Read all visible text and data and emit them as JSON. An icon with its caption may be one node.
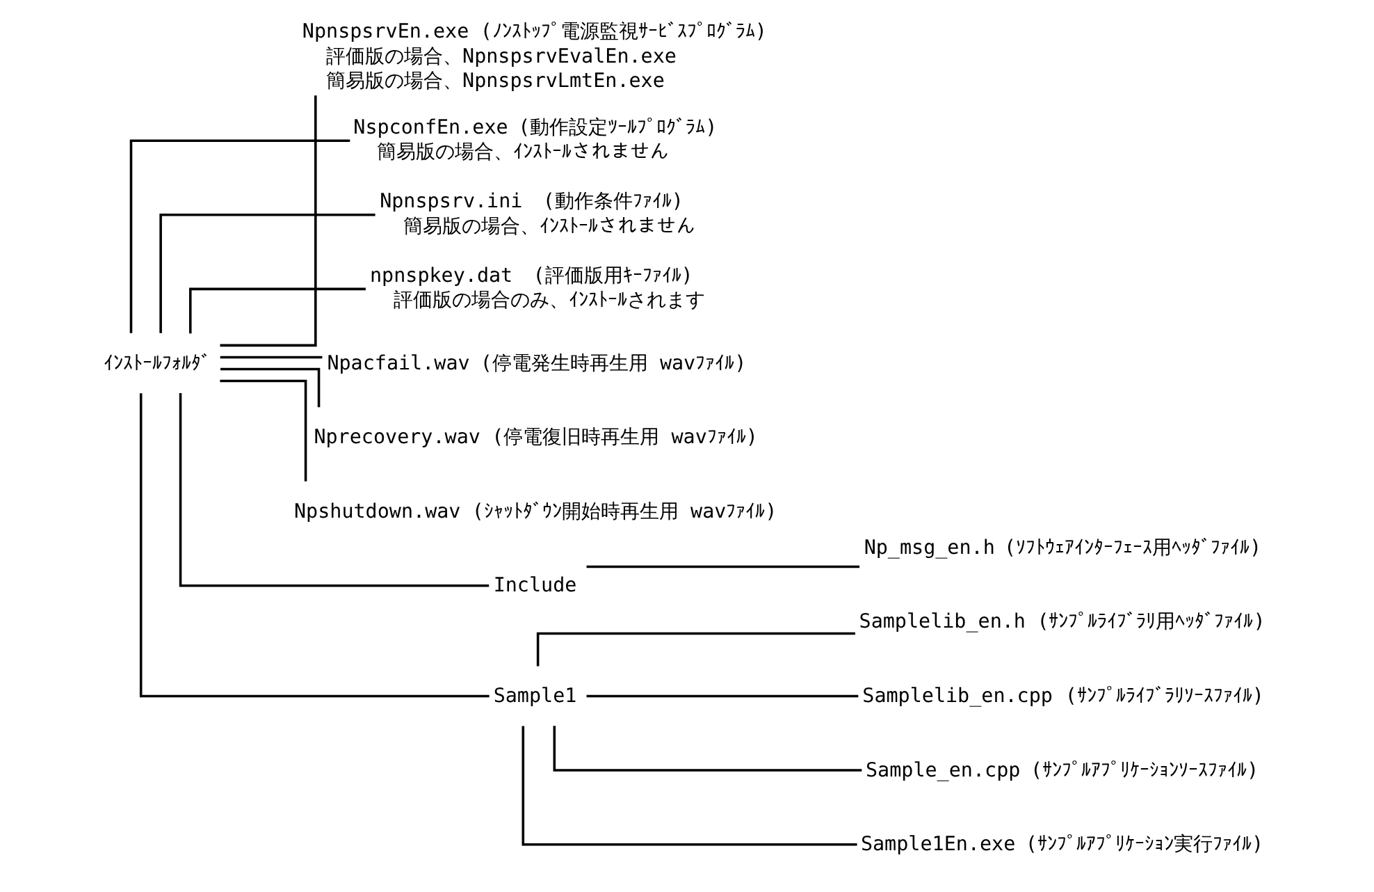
{
  "diagram": {
    "nodes": [
      {
        "text": [
          "ｲﾝｽﾄｰﾙﾌｫﾙﾀﾞ"
        ]
      },
      {
        "text": [
          "NpnspsrvEn.exe",
          "評価版の場合、NpnspsrvEvalEn.exe",
          "簡易版の場合、NpnspsrvLmtEn.exe"
        ],
        "beside": [
          "(ﾉﾝｽﾄｯﾌﾟ電源監視ｻｰﾋﾞｽﾌﾟﾛｸﾞﾗﾑ)"
        ]
      },
      {
        "text": [
          "NspconfEn.exe",
          "簡易版の場合、ｲﾝｽﾄｰﾙされません"
        ],
        "beside": [
          "(動作設定ﾂｰﾙﾌﾟﾛｸﾞﾗﾑ)"
        ]
      },
      {
        "text": [
          "Npnspsrv.ini",
          "簡易版の場合、ｲﾝｽﾄｰﾙされません"
        ],
        "beside": [
          "(動作条件ﾌｧｲﾙ)"
        ]
      },
      {
        "text": [
          "npnspkey.dat",
          "評価版の場合のみ、ｲﾝｽﾄｰﾙされます"
        ],
        "beside": [
          "(評価版用ｷｰﾌｧｲﾙ)"
        ]
      },
      {
        "text": [
          "Npacfail.wav"
        ],
        "beside": [
          "(停電発生時再生用 wavﾌｧｲﾙ)"
        ]
      },
      {
        "text": [
          "Nprecovery.wav"
        ],
        "beside": [
          "(停電復旧時再生用 wavﾌｧｲﾙ)"
        ]
      },
      {
        "text": [
          "Npshutdown.wav"
        ],
        "beside": [
          "(ｼｬｯﾄﾀﾞｳﾝ開始時再生用 wavﾌｧｲﾙ)"
        ]
      },
      {
        "text": [
          "Include"
        ]
      },
      {
        "text": [
          "Np_msg_en.h"
        ],
        "beside": [
          "(ｿﾌﾄｳｪｱｲﾝﾀｰﾌｪｰｽ用ﾍｯﾀﾞﾌｧｲﾙ)"
        ]
      },
      {
        "text": [
          "Sample1"
        ]
      },
      {
        "text": [
          "Samplelib_en.h"
        ],
        "beside": [
          "(ｻﾝﾌﾟﾙﾗｲﾌﾞﾗﾘ用ﾍｯﾀﾞﾌｧｲﾙ)"
        ]
      },
      {
        "text": [
          "Samplelib_en.cpp"
        ],
        "beside": [
          "(ｻﾝﾌﾟﾙﾗｲﾌﾞﾗﾘｿｰｽﾌｧｲﾙ)"
        ]
      },
      {
        "text": [
          "Sample_en.cpp"
        ],
        "beside": [
          "(ｻﾝﾌﾟﾙｱﾌﾟﾘｹｰｼｮﾝｿｰｽﾌｧｲﾙ)"
        ]
      },
      {
        "text": [
          "Sample1En.exe"
        ],
        "beside": [
          "(ｻﾝﾌﾟﾙｱﾌﾟﾘｹｰｼｮﾝ実行ﾌｧｲﾙ)"
        ]
      }
    ],
    "edges": [
      {
        "from": 0,
        "to": 1,
        "arrow": "none"
      },
      {
        "from": 0,
        "to": 2,
        "arrow": "none"
      },
      {
        "from": 0,
        "to": 3,
        "arrow": "none"
      },
      {
        "from": 0,
        "to": 4,
        "arrow": "none"
      },
      {
        "from": 0,
        "to": 5,
        "arrow": "none"
      },
      {
        "from": 0,
        "to": 6,
        "arrow": "none"
      },
      {
        "from": 0,
        "to": 7,
        "arrow": "none"
      },
      {
        "from": 0,
        "to": 8,
        "arrow": "none"
      },
      {
        "from": 0,
        "to": 10,
        "arrow": "none"
      },
      {
        "from": 8,
        "to": 9,
        "arrow": "none"
      },
      {
        "from": 10,
        "to": 11,
        "arrow": "none"
      },
      {
        "from": 10,
        "to": 12,
        "arrow": "none"
      },
      {
        "from": 10,
        "to": 13,
        "arrow": "none"
      },
      {
        "from": 10,
        "to": 14,
        "arrow": "none"
      }
    ]
  }
}
